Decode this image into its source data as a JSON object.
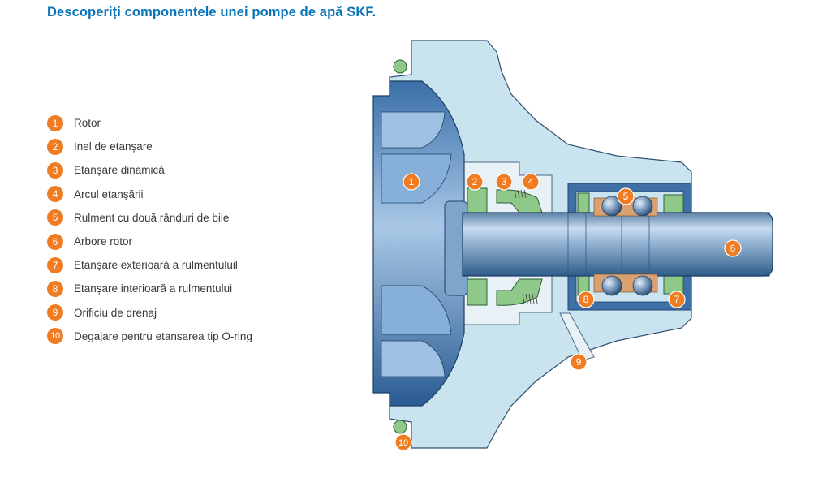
{
  "title": "Descoperiți componentele unei pompe de apă SKF.",
  "accent_color": "#ef7c22",
  "title_color": "#0a74b9",
  "legend": [
    {
      "number": "1",
      "label": "Rotor"
    },
    {
      "number": "2",
      "label": "Inel de etanșare"
    },
    {
      "number": "3",
      "label": "Etanșare dinamică"
    },
    {
      "number": "4",
      "label": "Arcul etanșării"
    },
    {
      "number": "5",
      "label": "Rulment cu două rânduri de bile"
    },
    {
      "number": "6",
      "label": "Arbore rotor"
    },
    {
      "number": "7",
      "label": "Etanșare exterioară a rulmentuluil"
    },
    {
      "number": "8",
      "label": "Etanșare interioară a rulmentului"
    },
    {
      "number": "9",
      "label": "Orificiu de drenaj"
    },
    {
      "number": "10",
      "label": "Degajare pentru etansarea tip O-ring"
    }
  ],
  "callouts": [
    "1",
    "2",
    "3",
    "4",
    "5",
    "6",
    "7",
    "8",
    "9",
    "10"
  ]
}
